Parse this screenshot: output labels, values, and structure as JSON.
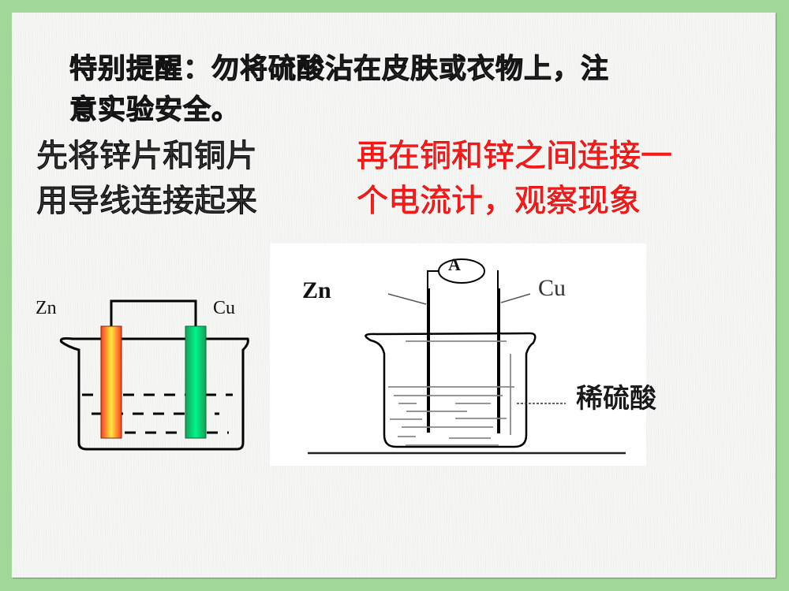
{
  "slide": {
    "warning": {
      "line1": "特别提醒：勿将硫酸沾在皮肤或衣物上，注",
      "line2": "意实验安全。"
    },
    "step1": {
      "line1": "先将锌片和铜片",
      "line2": "用导线连接起来"
    },
    "step2": {
      "line1": "再在铜和锌之间连接一",
      "line2": "个电流计，观察现象"
    },
    "diagram_left": {
      "zn_label": "Zn",
      "cu_label": "Cu"
    },
    "diagram_right": {
      "zn_label": "Zn",
      "cu_label": "Cu",
      "ammeter_label": "A",
      "solution_label": "稀硫酸"
    }
  },
  "colors": {
    "frame": "#a0d898",
    "slide_bg": "#f6f7f5",
    "warning_text": "#3a3a3a",
    "step2_text": "#ff1a1a",
    "zinc_rod_outer": "#ff3c1e",
    "zinc_rod_inner": "#ffe840",
    "copper_rod_outer": "#1a9f55",
    "copper_rod_inner": "#00f58a"
  }
}
